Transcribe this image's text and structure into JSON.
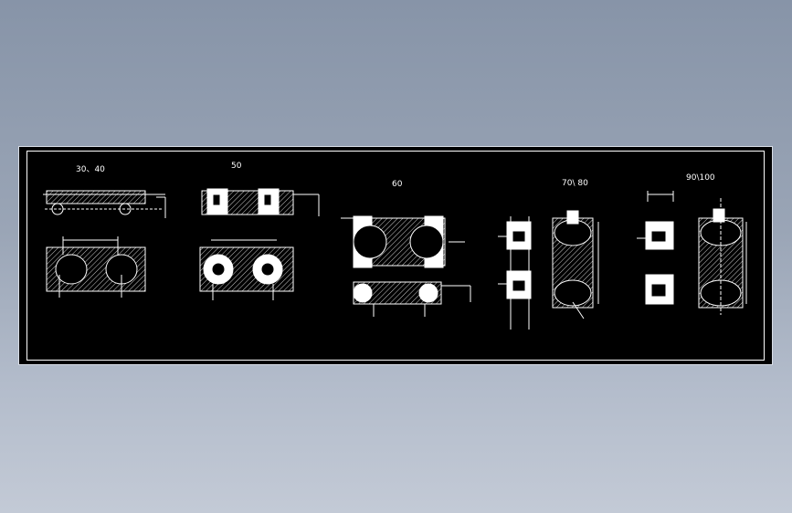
{
  "colors": {
    "background_top": "#8794a8",
    "background_bottom": "#c3cad6",
    "drawing_bg": "#000000",
    "line": "#ffffff"
  },
  "drawing": {
    "groups": [
      {
        "id": "g1",
        "label": "30、40"
      },
      {
        "id": "g2",
        "label": "50"
      },
      {
        "id": "g3",
        "label": "60"
      },
      {
        "id": "g4",
        "label": "70\\ 80"
      },
      {
        "id": "g5",
        "label": "90\\100"
      }
    ]
  }
}
